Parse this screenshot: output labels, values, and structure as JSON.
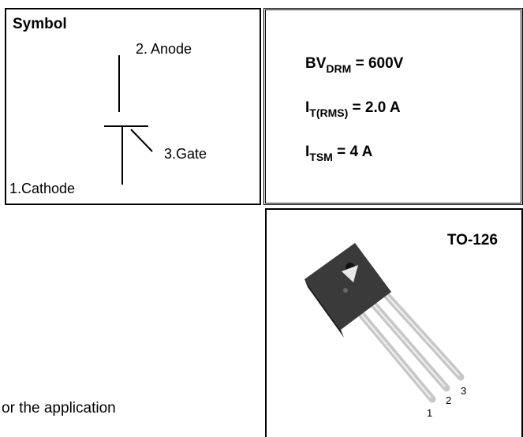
{
  "symbol": {
    "title": "Symbol",
    "anode_label": "2. Anode",
    "gate_label": "3.Gate",
    "cathode_label": "1.Cathode"
  },
  "ratings": {
    "bv": {
      "main": "BV",
      "sub": "DRM",
      "rest": " = 600V"
    },
    "it": {
      "main": "I",
      "sub": "T(RMS)",
      "rest": " = 2.0 A"
    },
    "itsm": {
      "main": "I",
      "sub": "TSM",
      "rest": " = 4 A"
    }
  },
  "package": {
    "name": "TO-126",
    "pins": [
      "1",
      "2",
      "3"
    ],
    "body_color": "#3a3a3a",
    "lead_color": "#c8c8c8"
  },
  "body_text": "or the application"
}
